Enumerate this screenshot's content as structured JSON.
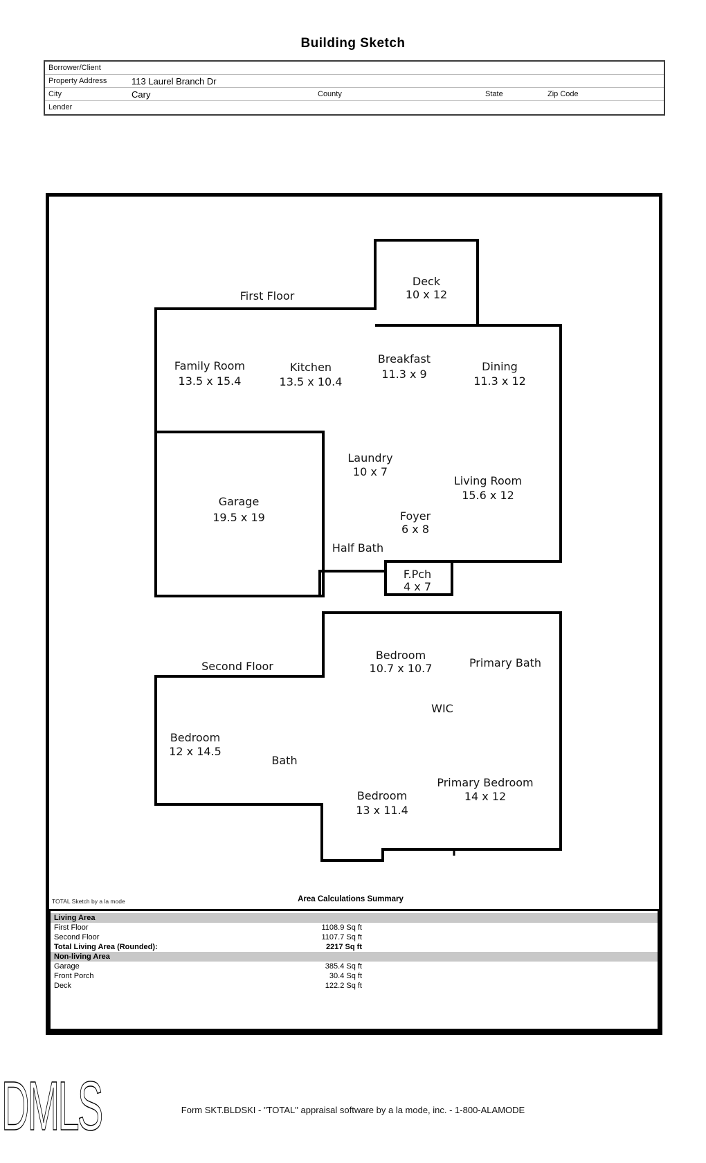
{
  "title": "Building Sketch",
  "header_table": {
    "row1": {
      "label": "Borrower/Client",
      "value": ""
    },
    "row2": {
      "label": "Property Address",
      "value": "113 Laurel Branch Dr"
    },
    "row3": {
      "label": "City",
      "value": "Cary",
      "county_label": "County",
      "state_label": "State",
      "zip_label": "Zip Code"
    },
    "row4": {
      "label": "Lender",
      "value": ""
    }
  },
  "floor_plan": {
    "first_floor_label": "First Floor",
    "second_floor_label": "Second Floor",
    "first_floor_rooms": [
      {
        "name": "Deck",
        "dims": "10 x 12"
      },
      {
        "name": "Family Room",
        "dims": "13.5 x 15.4"
      },
      {
        "name": "Kitchen",
        "dims": "13.5 x 10.4"
      },
      {
        "name": "Breakfast",
        "dims": "11.3 x 9"
      },
      {
        "name": "Dining",
        "dims": "11.3 x 12"
      },
      {
        "name": "Laundry",
        "dims": "10 x 7"
      },
      {
        "name": "Living Room",
        "dims": "15.6 x 12"
      },
      {
        "name": "Garage",
        "dims": "19.5 x 19"
      },
      {
        "name": "Foyer",
        "dims": "6 x 8"
      },
      {
        "name": "Half Bath",
        "dims": ""
      },
      {
        "name": "F.Pch",
        "dims": "4 x 7"
      }
    ],
    "second_floor_rooms": [
      {
        "name": "Bedroom",
        "dims": "10.7 x 10.7"
      },
      {
        "name": "Primary Bath",
        "dims": ""
      },
      {
        "name": "WIC",
        "dims": ""
      },
      {
        "name": "Bedroom",
        "dims": "12 x 14.5"
      },
      {
        "name": "Bath",
        "dims": ""
      },
      {
        "name": "Bedroom",
        "dims": "13 x 11.4"
      },
      {
        "name": "Primary Bedroom",
        "dims": "14 x 12"
      }
    ]
  },
  "summary": {
    "branding": "TOTAL Sketch by a la mode",
    "heading": "Area Calculations Summary",
    "living_band": "Living Area",
    "living_rows": [
      {
        "label": "First Floor",
        "value": "1108.9 Sq ft"
      },
      {
        "label": "Second Floor",
        "value": "1107.7 Sq ft"
      },
      {
        "label": "Total Living Area (Rounded):",
        "value": "2217 Sq ft"
      }
    ],
    "nonliving_band": "Non-living Area",
    "nonliving_rows": [
      {
        "label": "Garage",
        "value": "385.4 Sq ft"
      },
      {
        "label": "Front Porch",
        "value": "30.4 Sq ft"
      },
      {
        "label": "Deck",
        "value": "122.2 Sq ft"
      }
    ]
  },
  "footer": {
    "logo": "DMLS",
    "form_line": "Form SKT.BLDSKI - \"TOTAL\" appraisal software by a la mode, inc. - 1-800-ALAMODE"
  },
  "colors": {
    "walls": "#000000",
    "summary_band": "#c8c8c8",
    "page_background": "#ffffff"
  }
}
